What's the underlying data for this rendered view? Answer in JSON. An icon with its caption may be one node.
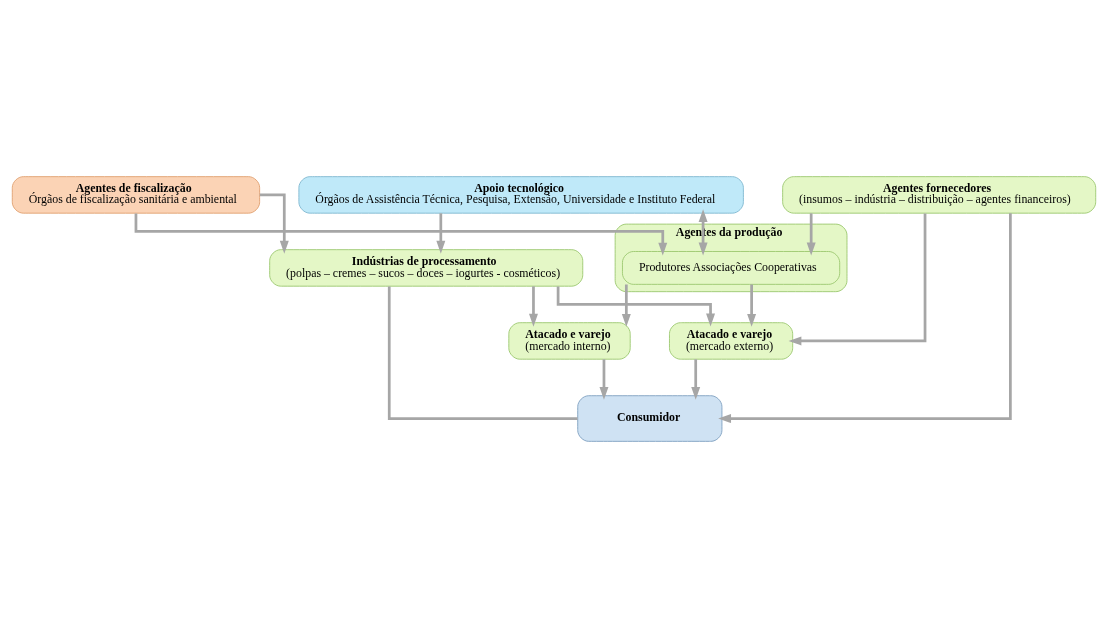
{
  "diagram": {
    "nodes": [
      {
        "text": [
          "Agentes fornecedores",
          "(insumos – indústria – distribuição – agentes financeiros)"
        ]
      },
      {
        "text": [
          "Apoio tecnológico",
          "Órgãos de Assistência Técnica, Pesquisa, Extensão, Universidade e Instituto Federal"
        ]
      },
      {
        "text": [
          "Agentes da produção"
        ]
      },
      {
        "text": [
          "Produtores Associações Cooperativas"
        ],
        "in": 2
      },
      {
        "text": [
          "Agentes de fiscalização",
          "Órgãos de fiscalização sanitária e ambiental"
        ]
      },
      {
        "text": [
          "Indústrias de processamento",
          "(polpas – cremes – sucos – doces – iogurtes - cosméticos)"
        ]
      },
      {
        "text": [
          "Atacado e varejo",
          "(mercado interno)"
        ]
      },
      {
        "text": [
          "Consumidor"
        ]
      },
      {
        "text": [
          "Atacado e varejo",
          "(mercado externo)"
        ]
      }
    ],
    "edges": [
      {
        "from": 0,
        "to": 3,
        "arrow": "to"
      },
      {
        "from": 0,
        "to": 8,
        "arrow": "to"
      },
      {
        "from": 0,
        "to": 7,
        "arrow": "to"
      },
      {
        "from": 1,
        "to": 3,
        "arrow": "both"
      },
      {
        "from": 1,
        "to": 5,
        "arrow": "to"
      },
      {
        "from": 3,
        "to": 6,
        "arrow": "to"
      },
      {
        "from": 3,
        "to": 8,
        "arrow": "to"
      },
      {
        "from": 4,
        "to": 3,
        "arrow": "to"
      },
      {
        "from": 4,
        "to": 5,
        "arrow": "to"
      },
      {
        "from": 5,
        "to": 6,
        "arrow": "to"
      },
      {
        "from": 5,
        "to": 8,
        "arrow": "to"
      },
      {
        "from": 5,
        "to": 7,
        "arrow": "none"
      },
      {
        "from": 6,
        "to": 7,
        "arrow": "to"
      },
      {
        "from": 8,
        "to": 7,
        "arrow": "to"
      }
    ]
  }
}
